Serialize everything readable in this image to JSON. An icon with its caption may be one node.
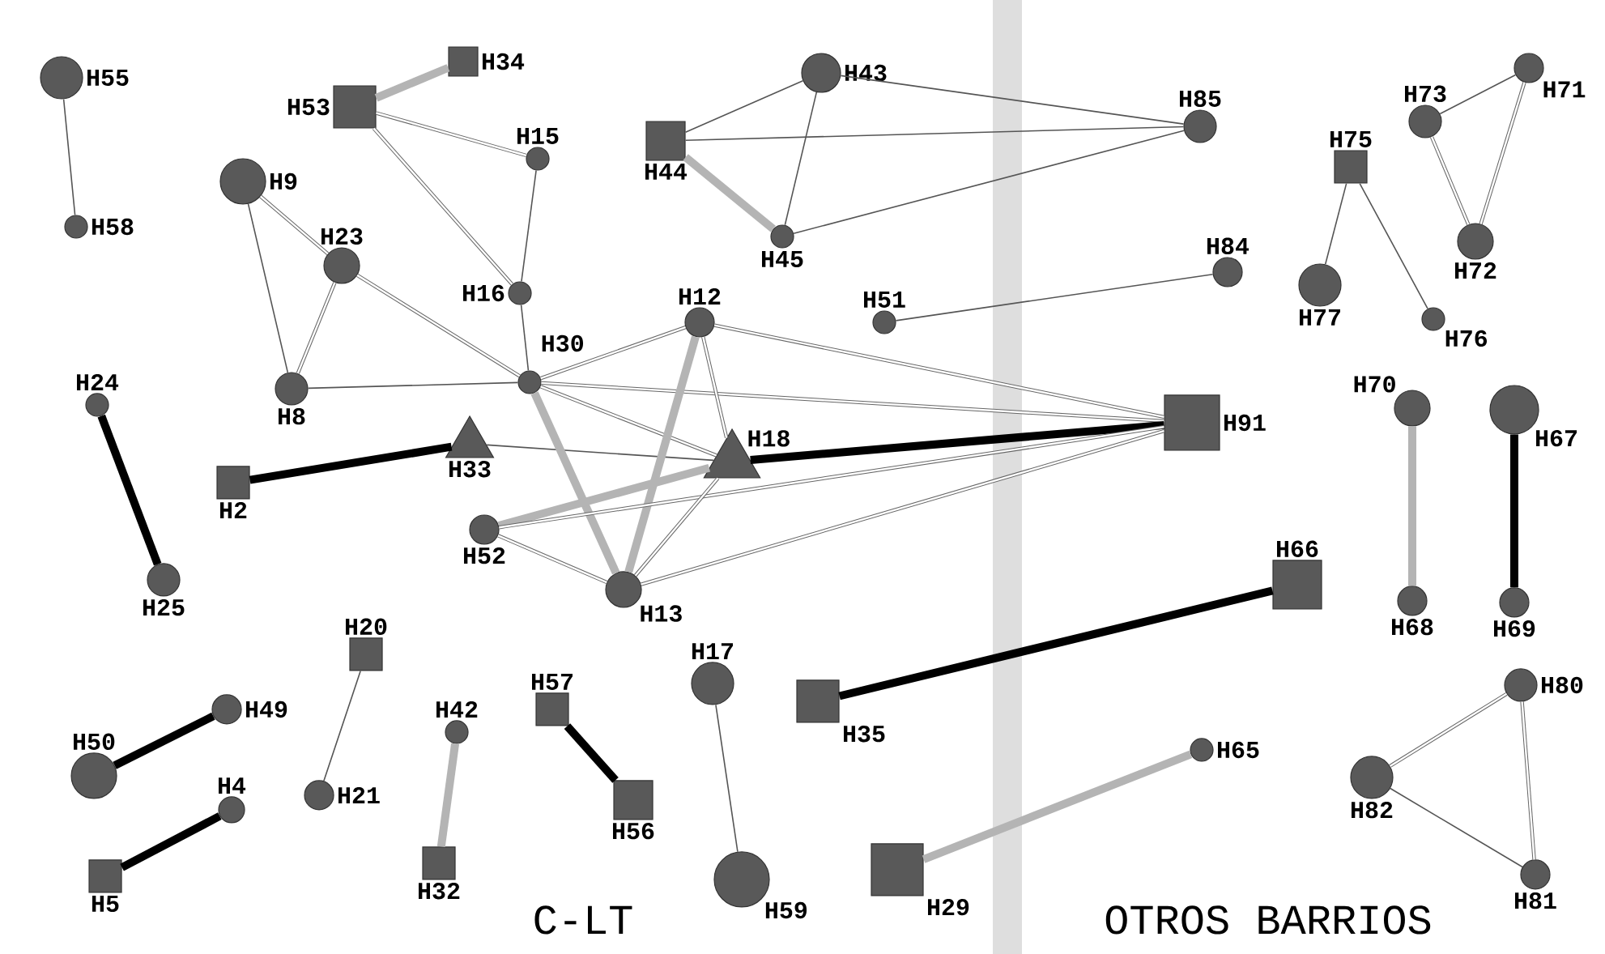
{
  "diagram": {
    "nodes": [
      {
        "text": [],
        "shape": "circle",
        "beside": [
          "H55"
        ]
      },
      {
        "text": [],
        "shape": "circle",
        "beside": [
          "H58"
        ]
      },
      {
        "text": [],
        "shape": "box",
        "beside": [
          "H53"
        ]
      },
      {
        "text": [],
        "shape": "box",
        "beside": [
          "H34"
        ]
      },
      {
        "text": [],
        "shape": "circle",
        "beside": [
          "H15"
        ]
      },
      {
        "text": [],
        "shape": "circle",
        "beside": [
          "H9"
        ]
      },
      {
        "text": [],
        "shape": "circle",
        "beside": [
          "H23"
        ]
      },
      {
        "text": [],
        "shape": "circle",
        "beside": [
          "H16"
        ]
      },
      {
        "text": [],
        "shape": "circle",
        "beside": [
          "H8"
        ]
      },
      {
        "text": [],
        "shape": "circle",
        "beside": [
          "H30"
        ]
      },
      {
        "text": [],
        "shape": "circle",
        "beside": [
          "H24"
        ]
      },
      {
        "text": [],
        "shape": "triangle",
        "beside": [
          "H33"
        ]
      },
      {
        "text": [],
        "shape": "box",
        "beside": [
          "H2"
        ]
      },
      {
        "text": [],
        "shape": "circle",
        "beside": [
          "H25"
        ]
      },
      {
        "text": [],
        "shape": "box",
        "beside": [
          "H44"
        ]
      },
      {
        "text": [],
        "shape": "circle",
        "beside": [
          "H43"
        ]
      },
      {
        "text": [],
        "shape": "circle",
        "beside": [
          "H45"
        ]
      },
      {
        "text": [],
        "shape": "circle",
        "beside": [
          "H12"
        ]
      },
      {
        "text": [],
        "shape": "circle",
        "beside": [
          "H51"
        ]
      },
      {
        "text": [],
        "shape": "circle",
        "beside": [
          "H85"
        ]
      },
      {
        "text": [],
        "shape": "circle",
        "beside": [
          "H84"
        ]
      },
      {
        "text": [],
        "shape": "triangle",
        "beside": [
          "H18"
        ]
      },
      {
        "text": [],
        "shape": "circle",
        "beside": [
          "H52"
        ]
      },
      {
        "text": [],
        "shape": "circle",
        "beside": [
          "H13"
        ]
      },
      {
        "text": [],
        "shape": "box",
        "beside": [
          "H91"
        ]
      },
      {
        "text": [],
        "shape": "box",
        "beside": [
          "H75"
        ]
      },
      {
        "text": [],
        "shape": "circle",
        "beside": [
          "H73"
        ]
      },
      {
        "text": [],
        "shape": "circle",
        "beside": [
          "H71"
        ]
      },
      {
        "text": [],
        "shape": "circle",
        "beside": [
          "H72"
        ]
      },
      {
        "text": [],
        "shape": "circle",
        "beside": [
          "H77"
        ]
      },
      {
        "text": [],
        "shape": "circle",
        "beside": [
          "H76"
        ]
      },
      {
        "text": [],
        "shape": "circle",
        "beside": [
          "H70"
        ]
      },
      {
        "text": [],
        "shape": "circle",
        "beside": [
          "H67"
        ]
      },
      {
        "text": [],
        "shape": "circle",
        "beside": [
          "H68"
        ]
      },
      {
        "text": [],
        "shape": "circle",
        "beside": [
          "H69"
        ]
      },
      {
        "text": [],
        "shape": "box",
        "beside": [
          "H66"
        ]
      },
      {
        "text": [],
        "shape": "box",
        "beside": [
          "H20"
        ]
      },
      {
        "text": [],
        "shape": "circle",
        "beside": [
          "H17"
        ]
      },
      {
        "text": [],
        "shape": "box",
        "beside": [
          "H35"
        ]
      },
      {
        "text": [],
        "shape": "box",
        "beside": [
          "H57"
        ]
      },
      {
        "text": [],
        "shape": "circle",
        "beside": [
          "H49"
        ]
      },
      {
        "text": [],
        "shape": "circle",
        "beside": [
          "H50"
        ]
      },
      {
        "text": [],
        "shape": "circle",
        "beside": [
          "H42"
        ]
      },
      {
        "text": [],
        "shape": "circle",
        "beside": [
          "H4"
        ]
      },
      {
        "text": [],
        "shape": "circle",
        "beside": [
          "H21"
        ]
      },
      {
        "text": [],
        "shape": "box",
        "beside": [
          "H56"
        ]
      },
      {
        "text": [],
        "shape": "circle",
        "beside": [
          "H65"
        ]
      },
      {
        "text": [],
        "shape": "circle",
        "beside": [
          "H80"
        ]
      },
      {
        "text": [],
        "shape": "circle",
        "beside": [
          "H82"
        ]
      },
      {
        "text": [],
        "shape": "circle",
        "beside": [
          "H81"
        ]
      },
      {
        "text": [],
        "shape": "box",
        "beside": [
          "H5"
        ]
      },
      {
        "text": [],
        "shape": "box",
        "beside": [
          "H32"
        ]
      },
      {
        "text": [],
        "shape": "box",
        "beside": [
          "H29"
        ]
      },
      {
        "text": [],
        "shape": "circle",
        "beside": [
          "H59"
        ]
      }
    ],
    "edges": [
      {
        "from": 0,
        "to": 1,
        "arrow": "none"
      },
      {
        "from": 2,
        "to": 3,
        "arrow": "none",
        "style": "thick",
        "color": "#b4b4b4"
      },
      {
        "from": 2,
        "to": 4,
        "arrow": "none",
        "color": "#666666"
      },
      {
        "from": 2,
        "to": 7,
        "arrow": "none",
        "color": "#666666"
      },
      {
        "from": 4,
        "to": 7,
        "arrow": "none"
      },
      {
        "from": 5,
        "to": 6,
        "arrow": "none",
        "color": "#666666"
      },
      {
        "from": 5,
        "to": 8,
        "arrow": "none"
      },
      {
        "from": 6,
        "to": 8,
        "arrow": "none",
        "color": "#666666"
      },
      {
        "from": 6,
        "to": 9,
        "arrow": "none",
        "color": "#666666"
      },
      {
        "from": 8,
        "to": 9,
        "arrow": "none"
      },
      {
        "from": 7,
        "to": 9,
        "arrow": "none"
      },
      {
        "from": 10,
        "to": 13,
        "arrow": "none",
        "style": "thick",
        "color": "#000000"
      },
      {
        "from": 12,
        "to": 11,
        "arrow": "none",
        "style": "thick",
        "color": "#000000"
      },
      {
        "from": 11,
        "to": 21,
        "arrow": "none"
      },
      {
        "from": 14,
        "to": 15,
        "arrow": "none"
      },
      {
        "from": 14,
        "to": 19,
        "arrow": "none"
      },
      {
        "from": 14,
        "to": 16,
        "arrow": "none",
        "style": "thick",
        "color": "#b4b4b4"
      },
      {
        "from": 15,
        "to": 16,
        "arrow": "none"
      },
      {
        "from": 15,
        "to": 19,
        "arrow": "none"
      },
      {
        "from": 16,
        "to": 19,
        "arrow": "none"
      },
      {
        "from": 18,
        "to": 20,
        "arrow": "none"
      },
      {
        "from": 9,
        "to": 17,
        "arrow": "none",
        "color": "#666666"
      },
      {
        "from": 9,
        "to": 24,
        "arrow": "none",
        "color": "#666666"
      },
      {
        "from": 9,
        "to": 21,
        "arrow": "none",
        "color": "#666666"
      },
      {
        "from": 9,
        "to": 23,
        "arrow": "none",
        "style": "thick",
        "color": "#b4b4b4"
      },
      {
        "from": 17,
        "to": 23,
        "arrow": "none",
        "style": "thick",
        "color": "#b4b4b4"
      },
      {
        "from": 17,
        "to": 21,
        "arrow": "none",
        "color": "#666666"
      },
      {
        "from": 17,
        "to": 24,
        "arrow": "none",
        "color": "#666666"
      },
      {
        "from": 21,
        "to": 24,
        "arrow": "none",
        "style": "thick",
        "color": "#000000"
      },
      {
        "from": 22,
        "to": 21,
        "arrow": "none",
        "style": "thick",
        "color": "#b4b4b4"
      },
      {
        "from": 22,
        "to": 24,
        "arrow": "none",
        "color": "#666666"
      },
      {
        "from": 22,
        "to": 23,
        "arrow": "none",
        "color": "#666666"
      },
      {
        "from": 23,
        "to": 21,
        "arrow": "none",
        "color": "#666666"
      },
      {
        "from": 23,
        "to": 24,
        "arrow": "none",
        "color": "#666666"
      },
      {
        "from": 25,
        "to": 29,
        "arrow": "none"
      },
      {
        "from": 25,
        "to": 30,
        "arrow": "none"
      },
      {
        "from": 26,
        "to": 27,
        "arrow": "none"
      },
      {
        "from": 26,
        "to": 28,
        "arrow": "none",
        "color": "#666666"
      },
      {
        "from": 27,
        "to": 28,
        "arrow": "none",
        "color": "#666666"
      },
      {
        "from": 31,
        "to": 33,
        "arrow": "none",
        "style": "thick",
        "color": "#b4b4b4"
      },
      {
        "from": 32,
        "to": 34,
        "arrow": "none",
        "style": "thick",
        "color": "#000000"
      },
      {
        "from": 38,
        "to": 35,
        "arrow": "none",
        "style": "thick",
        "color": "#000000"
      },
      {
        "from": 52,
        "to": 46,
        "arrow": "none",
        "style": "thick",
        "color": "#b4b4b4"
      },
      {
        "from": 47,
        "to": 48,
        "arrow": "none",
        "color": "#666666"
      },
      {
        "from": 47,
        "to": 49,
        "arrow": "none",
        "color": "#666666"
      },
      {
        "from": 48,
        "to": 49,
        "arrow": "none"
      },
      {
        "from": 36,
        "to": 44,
        "arrow": "none"
      },
      {
        "from": 41,
        "to": 40,
        "arrow": "none",
        "style": "thick",
        "color": "#000000"
      },
      {
        "from": 50,
        "to": 43,
        "arrow": "none",
        "style": "thick",
        "color": "#000000"
      },
      {
        "from": 42,
        "to": 51,
        "arrow": "none",
        "style": "thick",
        "color": "#b4b4b4"
      },
      {
        "from": 39,
        "to": 45,
        "arrow": "none",
        "style": "thick",
        "color": "#000000"
      },
      {
        "from": 37,
        "to": 53,
        "arrow": "none"
      }
    ],
    "labels": [
      "C-LT",
      "OTROS BARRIOS"
    ]
  }
}
